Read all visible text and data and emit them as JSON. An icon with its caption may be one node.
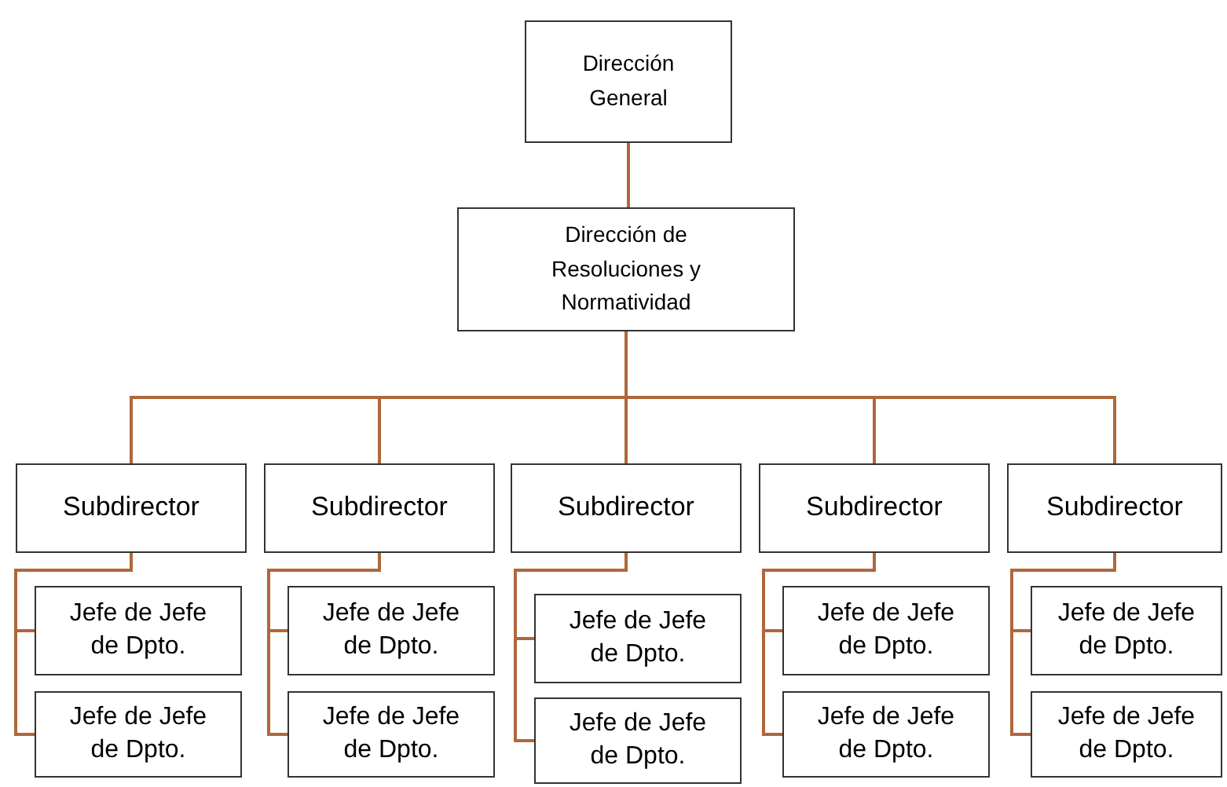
{
  "diagram": {
    "nodes": [
      {
        "text": [
          "Dirección General"
        ]
      },
      {
        "text": [
          "Dirección de Resoluciones y Normatividad"
        ]
      },
      {
        "text": [
          "Subdirector"
        ]
      },
      {
        "text": [
          "Subdirector"
        ]
      },
      {
        "text": [
          "Subdirector"
        ]
      },
      {
        "text": [
          "Subdirector"
        ]
      },
      {
        "text": [
          "Subdirector"
        ]
      },
      {
        "text": [
          "Jefe de Jefe de Dpto."
        ]
      },
      {
        "text": [
          "Jefe de Jefe de Dpto."
        ]
      },
      {
        "text": [
          "Jefe de Jefe de Dpto."
        ]
      },
      {
        "text": [
          "Jefe de Jefe de Dpto."
        ]
      },
      {
        "text": [
          "Jefe de Jefe de Dpto."
        ]
      },
      {
        "text": [
          "Jefe de Jefe de Dpto."
        ]
      },
      {
        "text": [
          "Jefe de Jefe de Dpto."
        ]
      },
      {
        "text": [
          "Jefe de Jefe de Dpto."
        ]
      },
      {
        "text": [
          "Jefe de Jefe de Dpto."
        ]
      },
      {
        "text": [
          "Jefe de Jefe de Dpto."
        ]
      }
    ],
    "edges": [
      {
        "from": 0,
        "to": 1,
        "arrow": "none"
      },
      {
        "from": 1,
        "to": 2,
        "arrow": "none"
      },
      {
        "from": 1,
        "to": 3,
        "arrow": "none"
      },
      {
        "from": 1,
        "to": 4,
        "arrow": "none"
      },
      {
        "from": 1,
        "to": 5,
        "arrow": "none"
      },
      {
        "from": 1,
        "to": 6,
        "arrow": "none"
      },
      {
        "from": 2,
        "to": 7,
        "arrow": "none"
      },
      {
        "from": 2,
        "to": 8,
        "arrow": "none"
      },
      {
        "from": 3,
        "to": 9,
        "arrow": "none"
      },
      {
        "from": 3,
        "to": 10,
        "arrow": "none"
      },
      {
        "from": 4,
        "to": 11,
        "arrow": "none"
      },
      {
        "from": 4,
        "to": 12,
        "arrow": "none"
      },
      {
        "from": 5,
        "to": 13,
        "arrow": "none"
      },
      {
        "from": 5,
        "to": 14,
        "arrow": "none"
      },
      {
        "from": 6,
        "to": 15,
        "arrow": "none"
      },
      {
        "from": 6,
        "to": 16,
        "arrow": "none"
      }
    ]
  }
}
